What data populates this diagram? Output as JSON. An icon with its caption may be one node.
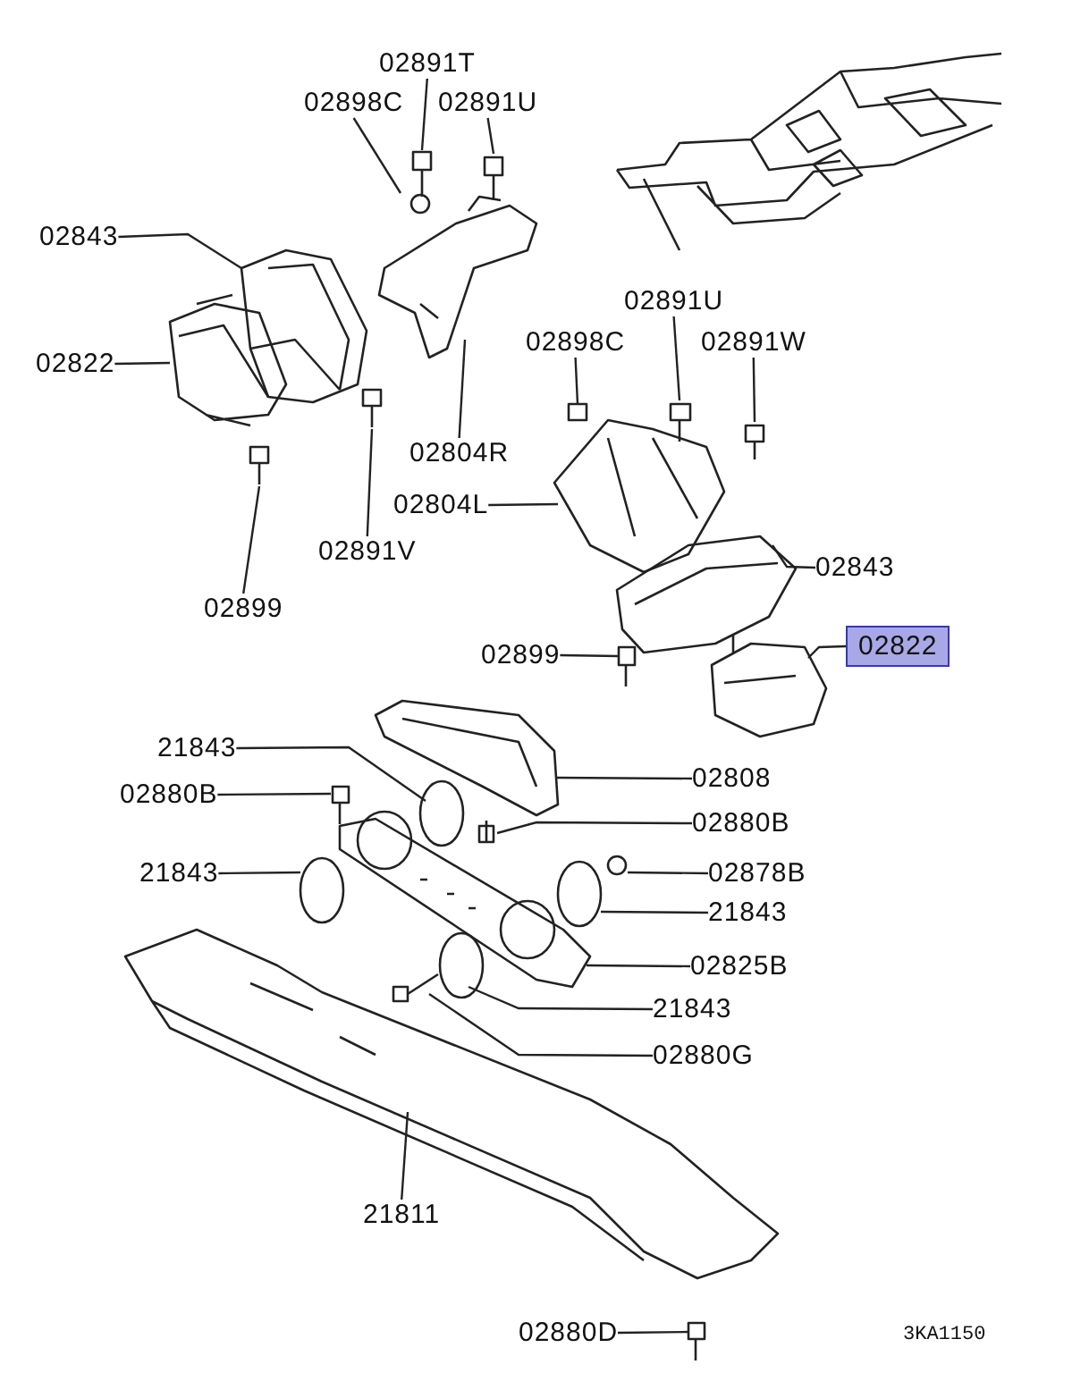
{
  "diagram": {
    "nodes": [
      {
        "text": [
          "02891T"
        ]
      },
      {
        "text": [
          "02898C"
        ]
      },
      {
        "text": [
          "02891U"
        ]
      },
      {
        "text": [
          "02843"
        ]
      },
      {
        "text": [
          "02891U"
        ]
      },
      {
        "text": [
          "02822"
        ]
      },
      {
        "text": [
          "02898C"
        ]
      },
      {
        "text": [
          "02891W"
        ]
      },
      {
        "text": [
          "02804R"
        ]
      },
      {
        "text": [
          "02804L"
        ]
      },
      {
        "text": [
          "02891V"
        ]
      },
      {
        "text": [
          "02843"
        ]
      },
      {
        "text": [
          "02899"
        ]
      },
      {
        "text": [
          "02899"
        ]
      },
      {
        "text": [
          "02822"
        ]
      },
      {
        "text": [
          "21843"
        ]
      },
      {
        "text": [
          "02880B"
        ]
      },
      {
        "text": [
          "02808"
        ]
      },
      {
        "text": [
          "02880B"
        ]
      },
      {
        "text": [
          "21843"
        ]
      },
      {
        "text": [
          "02878B"
        ]
      },
      {
        "text": [
          "21843"
        ]
      },
      {
        "text": [
          "02825B"
        ]
      },
      {
        "text": [
          "21843"
        ]
      },
      {
        "text": [
          "02880G"
        ]
      },
      {
        "text": [
          "21811"
        ]
      },
      {
        "text": [
          "02880D"
        ]
      }
    ],
    "edges": [
      {
        "from": 0,
        "to": null,
        "arrow": "none"
      },
      {
        "from": 1,
        "to": null,
        "arrow": "none"
      },
      {
        "from": 2,
        "to": null,
        "arrow": "none"
      },
      {
        "from": 3,
        "to": null,
        "arrow": "none"
      },
      {
        "from": 4,
        "to": null,
        "arrow": "none"
      },
      {
        "from": 5,
        "to": null,
        "arrow": "none"
      },
      {
        "from": 6,
        "to": null,
        "arrow": "none"
      },
      {
        "from": 7,
        "to": null,
        "arrow": "none"
      },
      {
        "from": 8,
        "to": null,
        "arrow": "none"
      },
      {
        "from": 9,
        "to": null,
        "arrow": "none"
      },
      {
        "from": 10,
        "to": null,
        "arrow": "none"
      },
      {
        "from": 11,
        "to": null,
        "arrow": "none"
      },
      {
        "from": 12,
        "to": null,
        "arrow": "none"
      },
      {
        "from": 13,
        "to": null,
        "arrow": "none"
      },
      {
        "from": 14,
        "to": null,
        "arrow": "none"
      },
      {
        "from": 15,
        "to": null,
        "arrow": "none"
      },
      {
        "from": 16,
        "to": null,
        "arrow": "none"
      },
      {
        "from": 17,
        "to": null,
        "arrow": "none"
      },
      {
        "from": 18,
        "to": null,
        "arrow": "none"
      },
      {
        "from": 19,
        "to": null,
        "arrow": "none"
      },
      {
        "from": 20,
        "to": null,
        "arrow": "none"
      },
      {
        "from": 21,
        "to": null,
        "arrow": "none"
      },
      {
        "from": 22,
        "to": null,
        "arrow": "none"
      },
      {
        "from": 23,
        "to": null,
        "arrow": "none"
      },
      {
        "from": 24,
        "to": null,
        "arrow": "none"
      },
      {
        "from": 25,
        "to": null,
        "arrow": "none"
      },
      {
        "from": 26,
        "to": null,
        "arrow": "none"
      }
    ],
    "labels": [
      "3KA1150"
    ]
  }
}
